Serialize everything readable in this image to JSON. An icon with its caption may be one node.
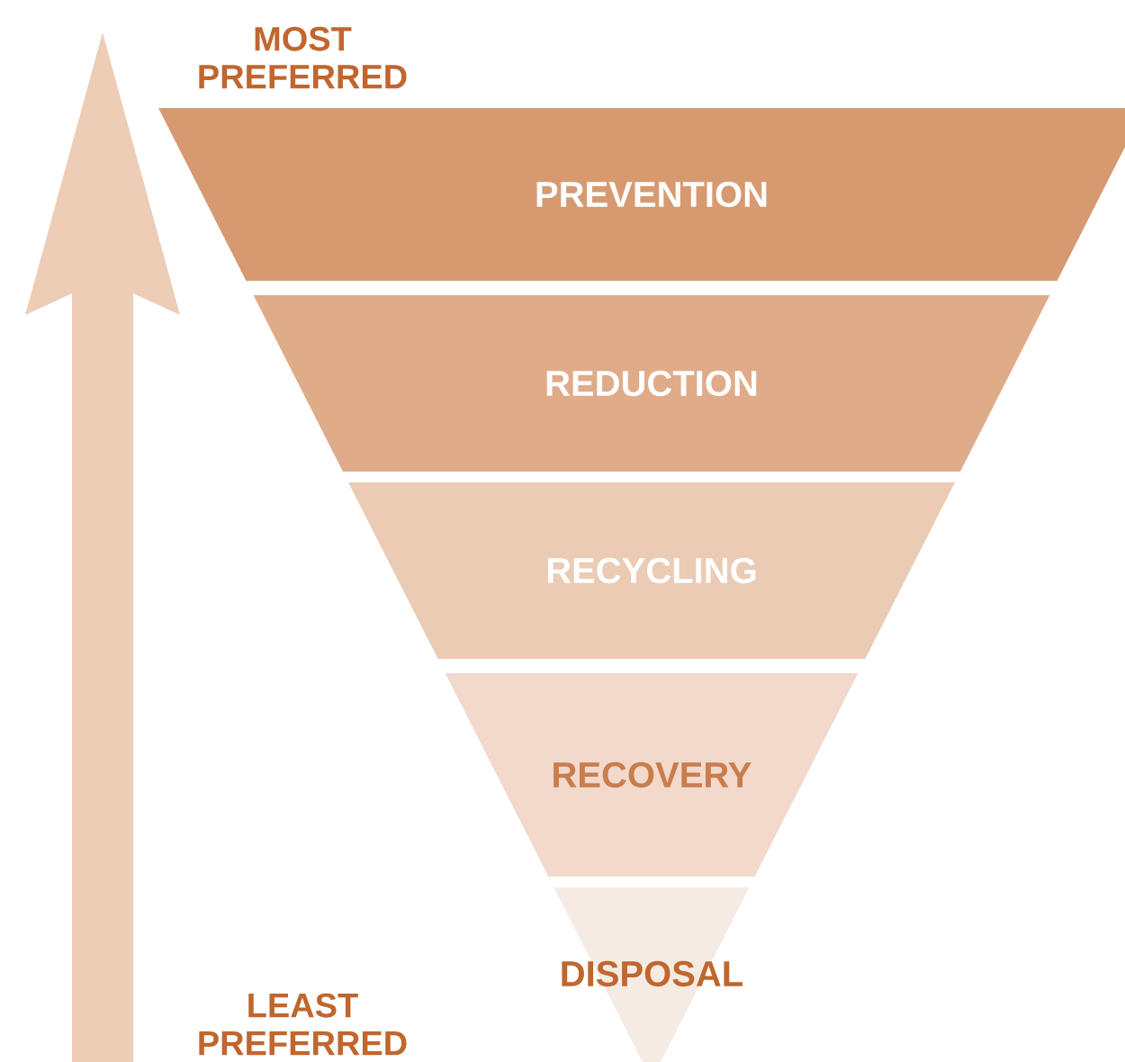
{
  "diagram": {
    "nodes": [
      {
        "text": [
          "PREVENTION"
        ]
      },
      {
        "text": [
          "REDUCTION"
        ]
      },
      {
        "text": [
          "RECYCLING"
        ]
      },
      {
        "text": [
          "RECOVERY"
        ]
      },
      {
        "text": [
          "DISPOSAL"
        ]
      }
    ],
    "labels": [
      "MOST PREFERRED",
      "LEAST PREFERRED"
    ]
  }
}
